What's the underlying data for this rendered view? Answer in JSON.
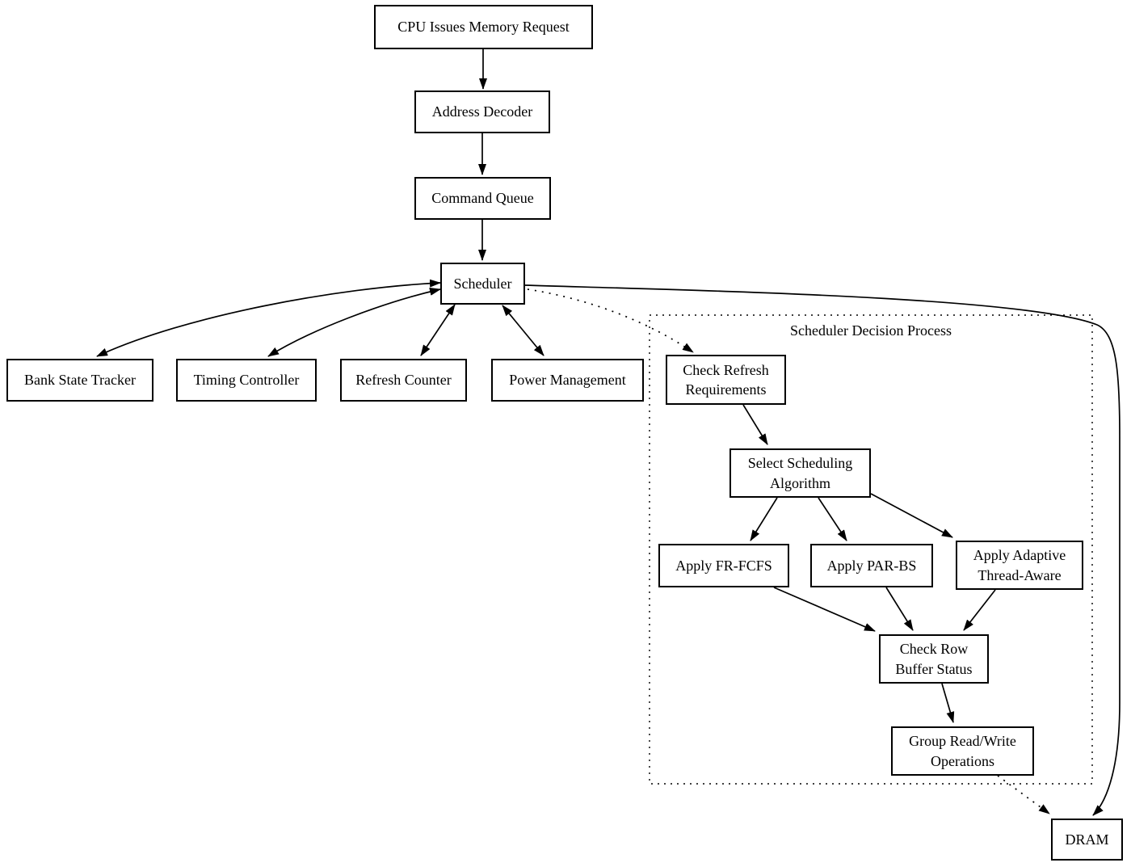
{
  "diagram": {
    "type": "flowchart",
    "background_color": "#ffffff",
    "line_color": "#000000",
    "cluster": {
      "label": "Scheduler Decision Process"
    },
    "nodes": {
      "cpu": {
        "label": "CPU Issues Memory Request"
      },
      "decoder": {
        "label": "Address Decoder"
      },
      "queue": {
        "label": "Command Queue"
      },
      "scheduler": {
        "label": "Scheduler"
      },
      "bank": {
        "label": "Bank State Tracker"
      },
      "timing": {
        "label": "Timing Controller"
      },
      "refresh": {
        "label": "Refresh Counter"
      },
      "power": {
        "label": "Power Management"
      },
      "check_refresh": {
        "label": "Check Refresh\nRequirements"
      },
      "select_alg": {
        "label": "Select Scheduling\nAlgorithm"
      },
      "fr_fcfs": {
        "label": "Apply FR-FCFS"
      },
      "par_bs": {
        "label": "Apply PAR-BS"
      },
      "adaptive": {
        "label": "Apply Adaptive\nThread-Aware"
      },
      "check_row": {
        "label": "Check Row\nBuffer Status"
      },
      "group_rw": {
        "label": "Group Read/Write\nOperations"
      },
      "dram": {
        "label": "DRAM"
      }
    },
    "edges": [
      {
        "from": "cpu",
        "to": "decoder",
        "style": "solid",
        "dir": "forward"
      },
      {
        "from": "decoder",
        "to": "queue",
        "style": "solid",
        "dir": "forward"
      },
      {
        "from": "queue",
        "to": "scheduler",
        "style": "solid",
        "dir": "forward"
      },
      {
        "from": "scheduler",
        "to": "bank",
        "style": "solid",
        "dir": "both"
      },
      {
        "from": "scheduler",
        "to": "timing",
        "style": "solid",
        "dir": "both"
      },
      {
        "from": "scheduler",
        "to": "refresh",
        "style": "solid",
        "dir": "both"
      },
      {
        "from": "scheduler",
        "to": "power",
        "style": "solid",
        "dir": "both"
      },
      {
        "from": "scheduler",
        "to": "check_refresh",
        "style": "dotted",
        "dir": "forward"
      },
      {
        "from": "scheduler",
        "to": "dram",
        "style": "solid",
        "dir": "forward"
      },
      {
        "from": "check_refresh",
        "to": "select_alg",
        "style": "solid",
        "dir": "forward"
      },
      {
        "from": "select_alg",
        "to": "fr_fcfs",
        "style": "solid",
        "dir": "forward"
      },
      {
        "from": "select_alg",
        "to": "par_bs",
        "style": "solid",
        "dir": "forward"
      },
      {
        "from": "select_alg",
        "to": "adaptive",
        "style": "solid",
        "dir": "forward"
      },
      {
        "from": "fr_fcfs",
        "to": "check_row",
        "style": "solid",
        "dir": "forward"
      },
      {
        "from": "par_bs",
        "to": "check_row",
        "style": "solid",
        "dir": "forward"
      },
      {
        "from": "adaptive",
        "to": "check_row",
        "style": "solid",
        "dir": "forward"
      },
      {
        "from": "check_row",
        "to": "group_rw",
        "style": "solid",
        "dir": "forward"
      },
      {
        "from": "group_rw",
        "to": "dram",
        "style": "dotted",
        "dir": "forward"
      }
    ]
  }
}
